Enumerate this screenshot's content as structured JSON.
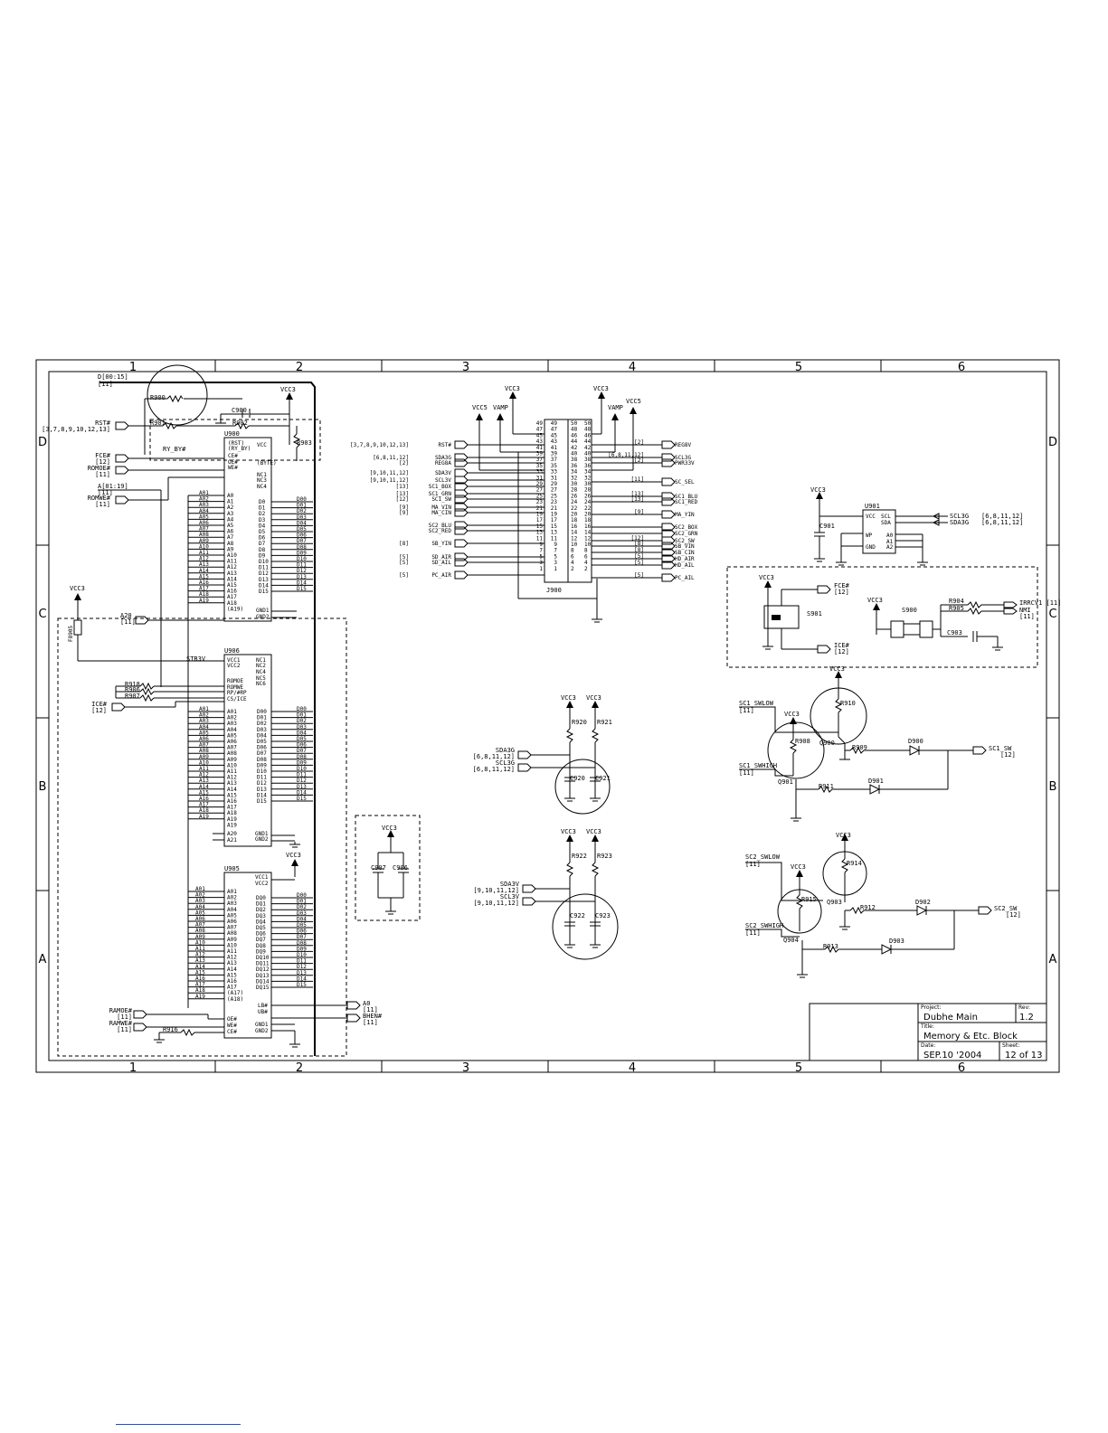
{
  "zones": {
    "cols": [
      "1",
      "2",
      "3",
      "4",
      "5",
      "6"
    ],
    "rows": [
      "D",
      "C",
      "B",
      "A"
    ]
  },
  "title_block": {
    "project_label": "Project:",
    "project": "Dubhe Main",
    "rev_label": "Rev:",
    "rev": "1.2",
    "title_label": "Title:",
    "title": "Memory & Etc. Block",
    "date_label": "Date:",
    "date": "SEP.10 '2004",
    "sheet_label": "Sheet:",
    "sheet": "12 of 13"
  },
  "flash": {
    "bus": "D[00:15]",
    "bus_ref": "[11]",
    "rst": "RST#",
    "rst_ref": "[3,7,8,9,10,12,13]",
    "fce": "FCE#",
    "fce_ref": "[12]",
    "romoe": "ROMOE#",
    "romoe_ref": "[11]",
    "addr": "A[01:19]",
    "addr_ref": "[11]",
    "romwe": "ROMWE#",
    "romwe_ref": "[11]",
    "a20": "A20",
    "a20_ref": "[11]",
    "ice": "ICE#",
    "ice_ref": "[12]",
    "ref_u900": "U900",
    "ref_u906": "U906",
    "ref_u905": "U905",
    "r900": "R900",
    "r901": "R901",
    "r902": "R902",
    "r903": "R903",
    "r905": "F8905",
    "r906": "R906",
    "r907": "R907",
    "r908": "R918",
    "r916": "R916",
    "c900": "C900",
    "rybye": "RY_BY#",
    "vcc3": "VCC3",
    "stb3v": "STB3V",
    "ramoe": "RAMOE#",
    "ramoe_ref": "[11]",
    "ramwe": "RAMWE#",
    "ramwe_ref": "[11]",
    "a0": "A0",
    "a0_ref": "[11]",
    "bhen": "BHEN#",
    "bhen_ref": "[11]",
    "c907": "C907",
    "c906": "C906",
    "u900_pins": [
      "(RST)",
      "(RY_BY)",
      "CE#",
      "OE#",
      "WE#",
      "VCC",
      "(BYTE)",
      "NC1",
      "NC3",
      "NC4",
      "A0",
      "A1",
      "A2",
      "A3",
      "A4",
      "A5",
      "A6",
      "A7",
      "A8",
      "A9",
      "A10",
      "A11",
      "A12",
      "A13",
      "A14",
      "A15",
      "A16",
      "A17",
      "A18",
      "(A19)",
      "D0",
      "D1",
      "D2",
      "D3",
      "D4",
      "D5",
      "D6",
      "D7",
      "D8",
      "D9",
      "D10",
      "D11",
      "D12",
      "D13",
      "D14",
      "D15",
      "GND1",
      "GND2"
    ],
    "u906_pins": [
      "VCC1",
      "VCC2",
      "NC1",
      "NC2",
      "NC4",
      "NC5",
      "NC6",
      "ROMOE",
      "ROMWE",
      "RP/#RP",
      "CS/ICE",
      "GND1",
      "GND2",
      "A20",
      "A21"
    ],
    "u905_pins": [
      "VCC1",
      "VCC2",
      "DQ0",
      "DQ1",
      "DQ2",
      "DQ3",
      "DQ4",
      "DQ5",
      "DQ6",
      "DQ7",
      "DQ8",
      "DQ9",
      "DQ10",
      "DQ11",
      "DQ12",
      "DQ13",
      "DQ14",
      "DQ15",
      "(A17)",
      "(A18)",
      "OE#",
      "WE#",
      "CE#",
      "LB#",
      "UB#",
      "GND1",
      "GND2"
    ],
    "a_nets": [
      "A01",
      "A02",
      "A03",
      "A04",
      "A05",
      "A06",
      "A07",
      "A08",
      "A09",
      "A10",
      "A11",
      "A12",
      "A13",
      "A14",
      "A15",
      "A16",
      "A17",
      "A18",
      "A19"
    ],
    "d_nets": [
      "D00",
      "D01",
      "D02",
      "D03",
      "D04",
      "D05",
      "D06",
      "D07",
      "D08",
      "D09",
      "D10",
      "D11",
      "D12",
      "D13",
      "D14",
      "D15"
    ]
  },
  "connector": {
    "ref": "J900",
    "vcc5": "VCC5",
    "vamp": "VAMP",
    "vcc3": "VCC3",
    "left": [
      {
        "net": "RST#",
        "ref": "[3,7,8,9,10,12,13]"
      },
      {
        "net": "SDA3G",
        "ref": "[6,8,11,12]"
      },
      {
        "net": "REG8A",
        "ref": "[2]"
      },
      {
        "net": "SDA3V",
        "ref": "[9,10,11,12]"
      },
      {
        "net": "SCL3V",
        "ref": "[9,10,11,12]"
      },
      {
        "net": "SC1_BOX",
        "ref": "[13]"
      },
      {
        "net": "SC1_GRN",
        "ref": "[13]"
      },
      {
        "net": "SC1_SW",
        "ref": "[12]"
      },
      {
        "net": "MA_VIN",
        "ref": "[9]"
      },
      {
        "net": "MA_CIN",
        "ref": "[9]"
      },
      {
        "net": "SC2_BLU",
        "ref": ""
      },
      {
        "net": "SC2_RED",
        "ref": ""
      },
      {
        "net": "SB_YIN",
        "ref": "[8]"
      },
      {
        "net": "SD_AIR",
        "ref": "[5]"
      },
      {
        "net": "SD_AIL",
        "ref": "[5]"
      },
      {
        "net": "PC_AIR",
        "ref": "[5]"
      }
    ],
    "right": [
      {
        "net": "REG8V",
        "ref": "[2]"
      },
      {
        "net": "SCL3G",
        "ref": "[6,8,11,12]"
      },
      {
        "net": "PWR33V",
        "ref": "[2]"
      },
      {
        "net": "SC_SEL",
        "ref": "[11]"
      },
      {
        "net": "SC1_BLU",
        "ref": "[13]"
      },
      {
        "net": "SC1_RED",
        "ref": "[13]"
      },
      {
        "net": "MA_YIN",
        "ref": "[9]"
      },
      {
        "net": "SC2_BOX",
        "ref": ""
      },
      {
        "net": "SC2_GRN",
        "ref": ""
      },
      {
        "net": "SC2_SW",
        "ref": "[12]"
      },
      {
        "net": "SB_VIN",
        "ref": "[8]"
      },
      {
        "net": "SB_CIN",
        "ref": "[8]"
      },
      {
        "net": "HD_AIR",
        "ref": "[5]"
      },
      {
        "net": "HD_AIL",
        "ref": "[5]"
      },
      {
        "net": "PC_AIL",
        "ref": "[5]"
      }
    ]
  },
  "i2c_pullups": {
    "vcc3": "VCC3",
    "r920": "R920",
    "r921": "R921",
    "c920": "C920",
    "c921": "C921",
    "sda3g": "SDA3G",
    "scl3g": "SCL3G",
    "sda3g_ref": "[6,8,11,12]",
    "scl3g_ref": "[6,8,11,12]",
    "r922": "R922",
    "r923": "R923",
    "c922": "C922",
    "c923": "C923",
    "sda3v": "SDA3V",
    "scl3v": "SCL3V",
    "sda3v_ref": "[9,10,11,12]",
    "scl3v_ref": "[9,10,11,12]"
  },
  "eeprom": {
    "ref": "U901",
    "vcc3": "VCC3",
    "c901": "C901",
    "pins": [
      "VCC",
      "SCL",
      "SDA",
      "WP",
      "GND",
      "A0",
      "A1",
      "A2"
    ],
    "scl": "SCL3G",
    "sda": "SDA3G",
    "net_ref": "[6,8,11,12]"
  },
  "switches": {
    "vcc3": "VCC3",
    "fce": "FCE#",
    "fce_ref": "[12]",
    "ice": "ICE#",
    "ice_ref": "[12]",
    "s901": "S901",
    "s900": "S900",
    "r904": "R904",
    "r905": "R905",
    "irrcv": "IRRCV1 [11]",
    "nmi": "NMI",
    "nmi_ref": "[11]",
    "c903": "C903"
  },
  "sw_drivers": {
    "vcc3": "VCC3",
    "sc1_low": "SC1_SWLOW",
    "sc1_high": "SC1_SWHIGH",
    "ref11": "[11]",
    "r910": "R910",
    "r908": "R908",
    "r909": "R909",
    "r911": "R911",
    "q900": "Q900",
    "q901": "Q901",
    "d900": "D900",
    "d901": "D901",
    "sc1_sw": "SC1_SW",
    "sc_ref": "[12]",
    "sc2_low": "SC2_SWLOW",
    "sc2_high": "SC2_SWHIGH",
    "r914": "R914",
    "r915": "R915",
    "r912": "R912",
    "r913": "R913",
    "q903": "Q903",
    "q904": "Q904",
    "d902": "D902",
    "d903": "D903",
    "sc2_sw": "SC2_SW"
  }
}
